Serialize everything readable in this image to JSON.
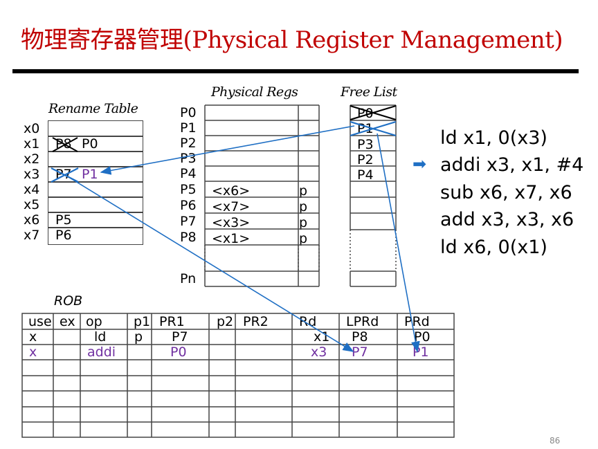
{
  "title": "物理寄存器管理(Physical Register Management)",
  "rename_table": {
    "title": "Rename Table",
    "regs": [
      "x0",
      "x1",
      "x2",
      "x3",
      "x4",
      "x5",
      "x6",
      "x7"
    ],
    "crossed": [
      "P8",
      "P7"
    ],
    "values": [
      "",
      "P0",
      "",
      "P1",
      "",
      "",
      "P5",
      "P6"
    ]
  },
  "phys_regs": {
    "title": "Physical Regs",
    "labels": [
      "P0",
      "P1",
      "P2",
      "P3",
      "P4",
      "P5",
      "P6",
      "P7",
      "P8",
      "Pn"
    ],
    "rows": [
      {
        "val": "",
        "p": ""
      },
      {
        "val": "",
        "p": ""
      },
      {
        "val": "",
        "p": ""
      },
      {
        "val": "",
        "p": ""
      },
      {
        "val": "",
        "p": ""
      },
      {
        "val": "<x6>",
        "p": "p"
      },
      {
        "val": "<x7>",
        "p": "p"
      },
      {
        "val": "<x3>",
        "p": "p"
      },
      {
        "val": "<x1>",
        "p": "p"
      }
    ]
  },
  "free_list": {
    "title": "Free List",
    "items": [
      "P0",
      "P1",
      "P3",
      "P2",
      "P4"
    ]
  },
  "instructions": [
    "ld x1, 0(x3)",
    "addi x3, x1, #4",
    "sub x6, x7, x6",
    "add x3, x3, x6",
    "ld x6, 0(x1)"
  ],
  "arrow_glyph": "➡",
  "colors": {
    "title": "#c00000",
    "arrow": "#1f6fc4",
    "purple": "#7030a0"
  },
  "rob": {
    "title": "ROB",
    "headers": [
      "use",
      "ex",
      "op",
      "p1",
      "PR1",
      "p2",
      "PR2",
      "Rd",
      "LPRd",
      "PRd"
    ],
    "rows": [
      {
        "use": "x",
        "ex": "",
        "op": "ld",
        "p1": "p",
        "pr1": "P7",
        "p2": "",
        "pr2": "",
        "rd": "x1",
        "lprd": "P8",
        "prd": "P0"
      },
      {
        "use": "x",
        "ex": "",
        "op": "addi",
        "p1": "",
        "pr1": "P0",
        "p2": "",
        "pr2": "",
        "rd": "x3",
        "lprd": "P7",
        "prd": "P1"
      }
    ]
  },
  "page_number": "86"
}
